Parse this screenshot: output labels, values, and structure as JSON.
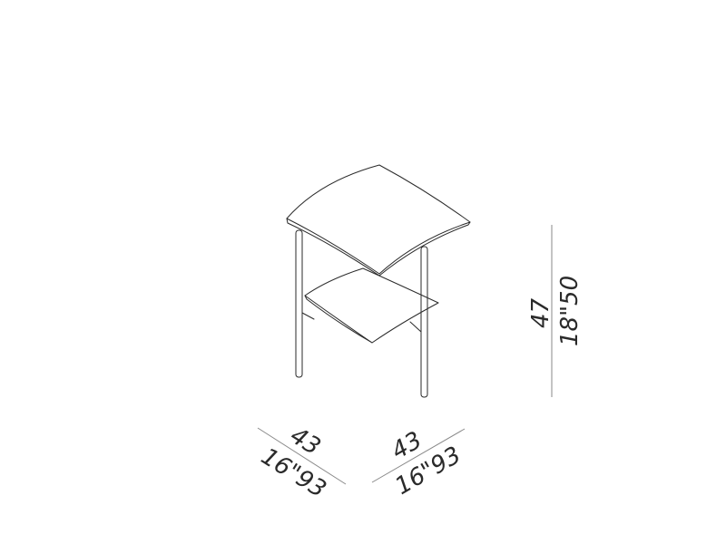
{
  "dimensions": {
    "height": {
      "cm": "47",
      "in": "18\"50"
    },
    "width_left": {
      "cm": "43",
      "in": "16\"93"
    },
    "width_right": {
      "cm": "43",
      "in": "16\"93"
    }
  }
}
